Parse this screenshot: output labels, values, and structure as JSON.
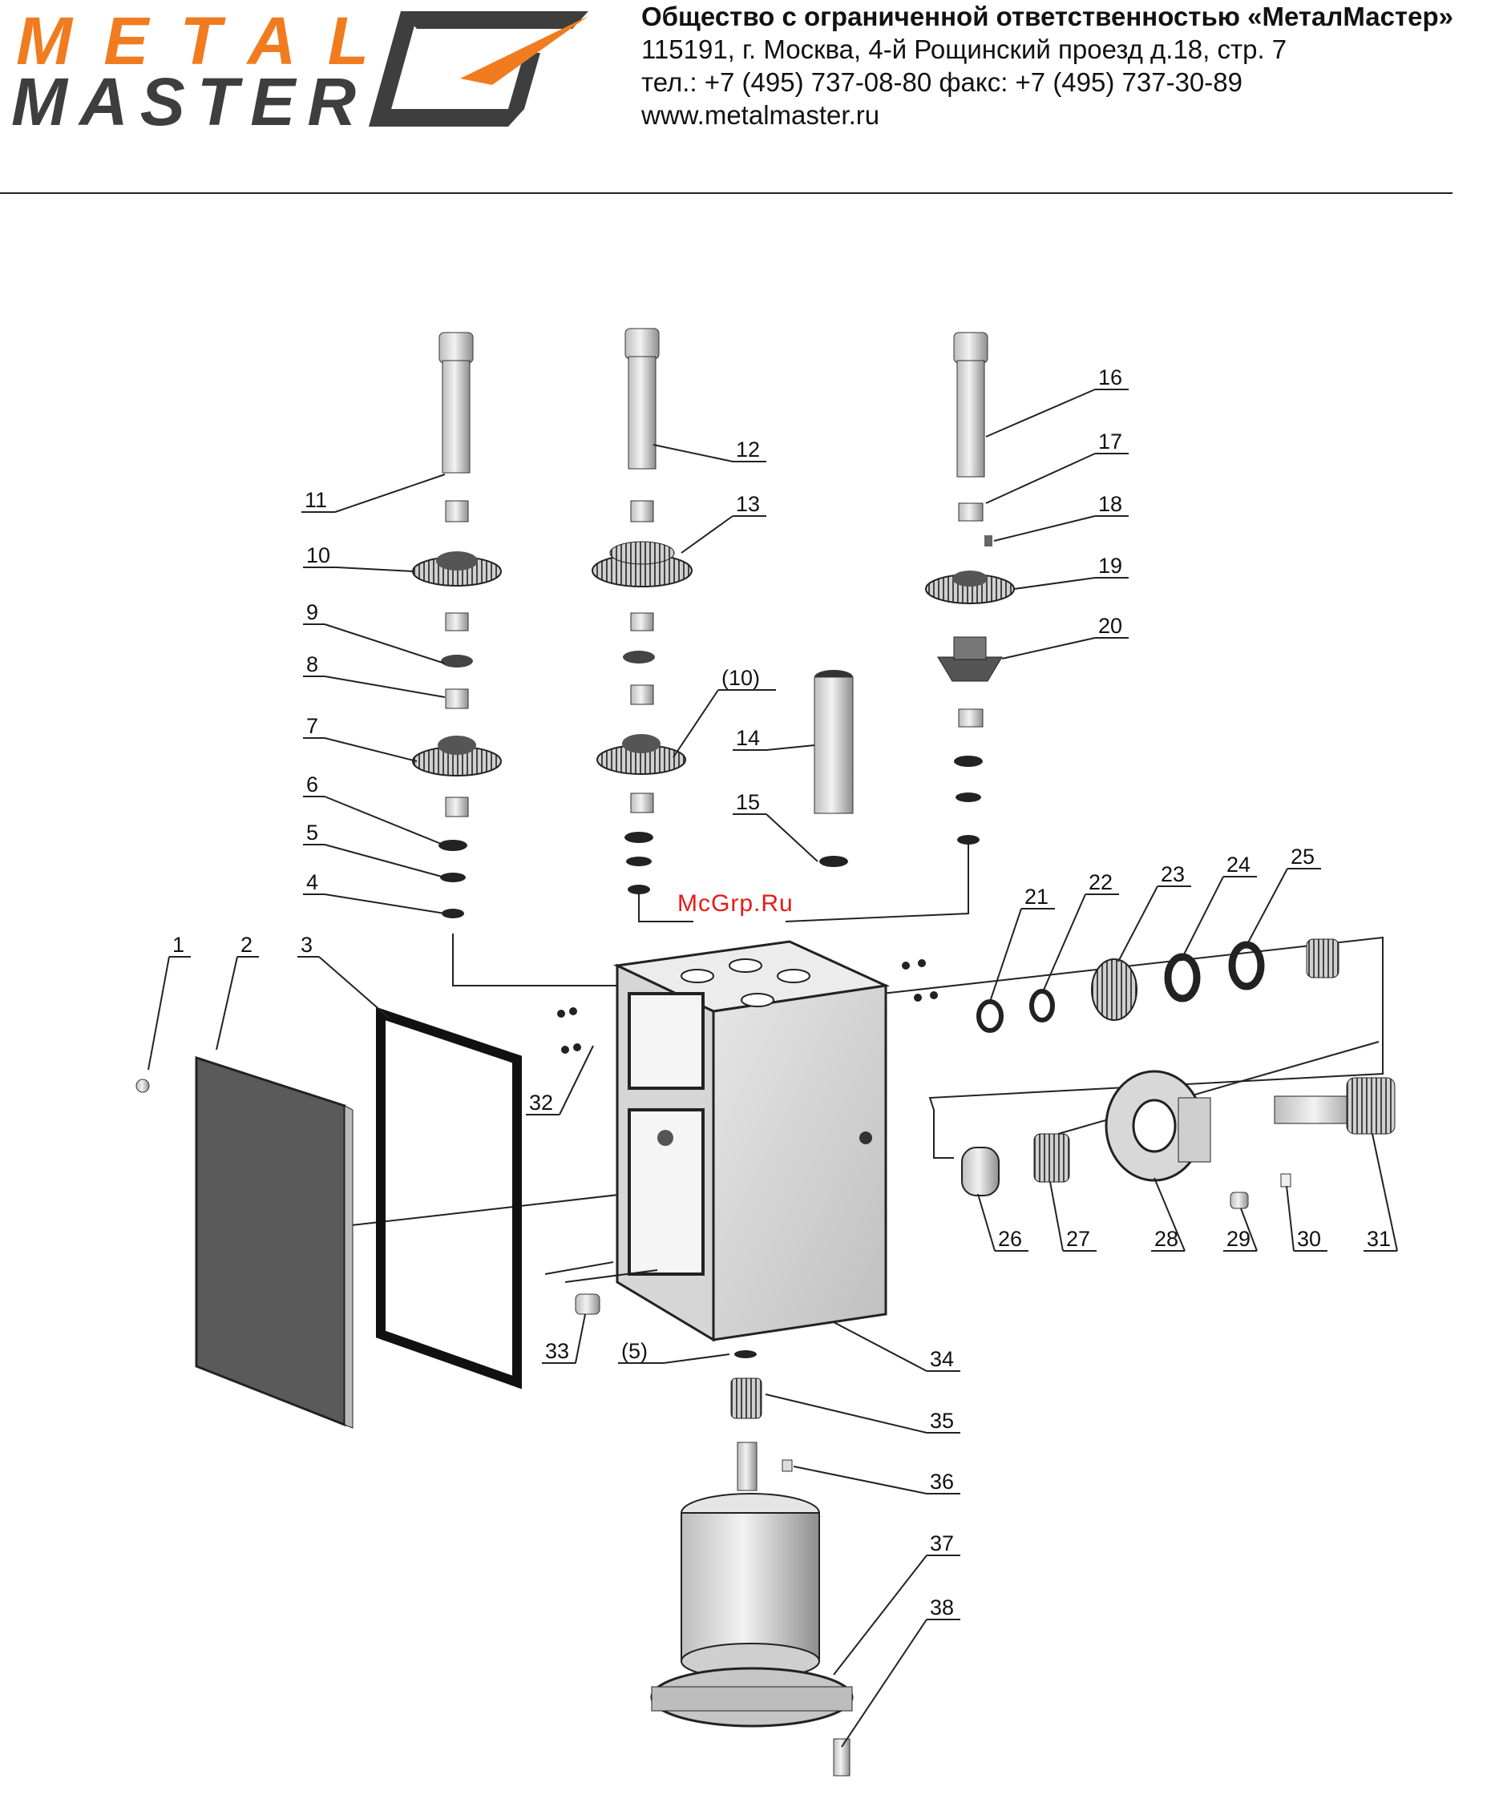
{
  "header": {
    "logo_line1": "METAL",
    "logo_line2": "MASTER",
    "company_name": "Общество с ограниченной ответственностью «МеталМастер»",
    "address": "115191, г. Москва, 4-й Рощинский проезд д.18, стр. 7",
    "phones": "тел.: +7 (495) 737-08-80   факс: +7 (495) 737-30-89",
    "website": "www.metalmaster.ru"
  },
  "colors": {
    "brand_orange": "#f07c1f",
    "brand_gray": "#3e3e3e",
    "watermark_red": "#e41b17"
  },
  "watermark": "McGrp.Ru",
  "part_labels": [
    "1",
    "2",
    "3",
    "4",
    "5",
    "6",
    "7",
    "8",
    "9",
    "10",
    "11",
    "12",
    "13",
    "(10)",
    "14",
    "15",
    "16",
    "17",
    "18",
    "19",
    "20",
    "21",
    "22",
    "23",
    "24",
    "25",
    "26",
    "27",
    "28",
    "29",
    "30",
    "31",
    "32",
    "33",
    "(5)",
    "34",
    "35",
    "36",
    "37",
    "38"
  ]
}
